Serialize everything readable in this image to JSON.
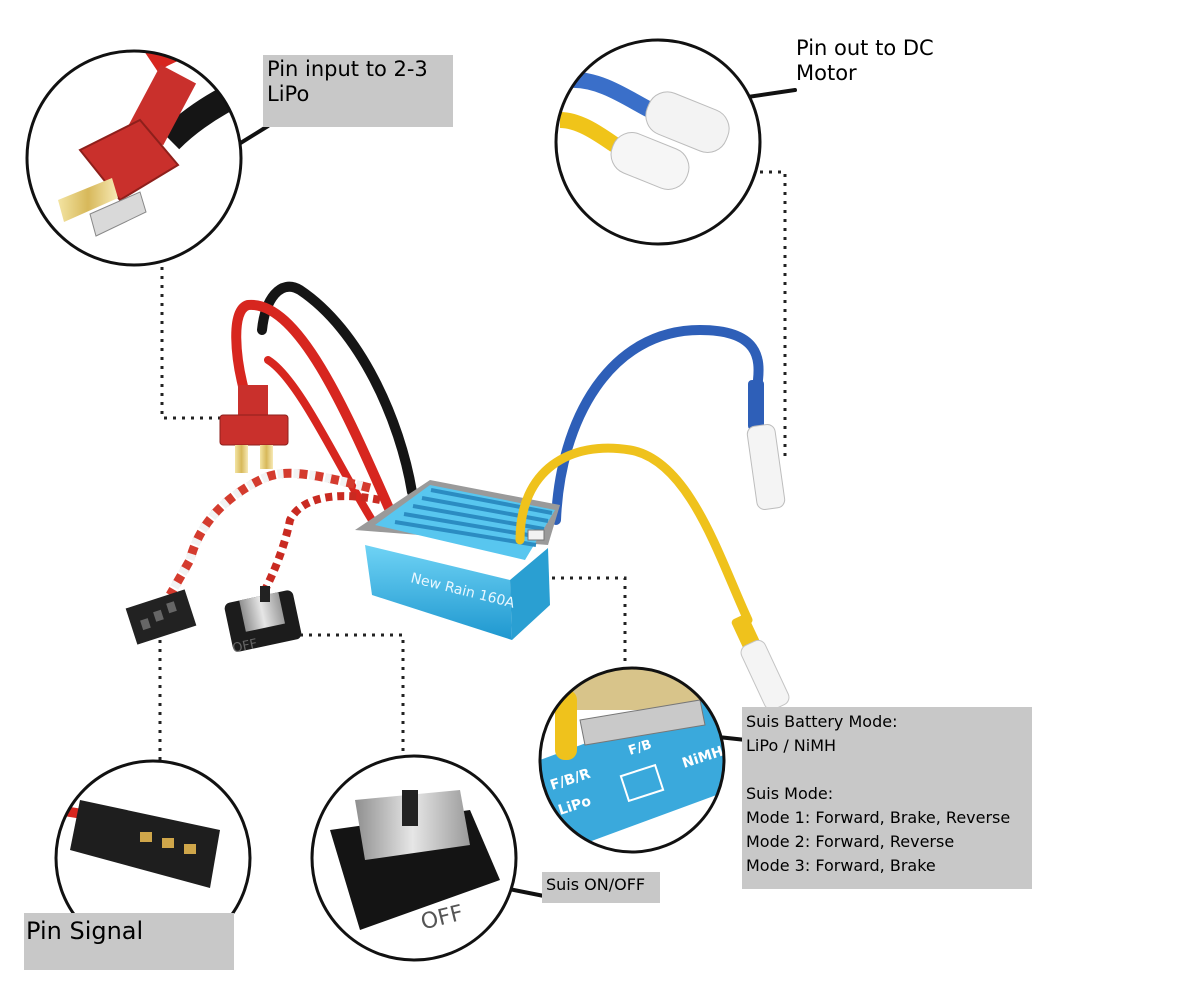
{
  "labels": {
    "battery_input": {
      "lines": [
        "Pin input to 2-3",
        "LiPo"
      ]
    },
    "motor_output": {
      "lines": [
        "Pin out to DC",
        "Motor"
      ]
    },
    "mode_switch": {
      "lines": [
        "Suis Battery Mode:",
        "LiPo / NiMH",
        "",
        "Suis Mode:",
        "Mode 1: Forward, Brake, Reverse",
        "Mode 2: Forward, Reverse",
        "Mode 3: Forward, Brake"
      ]
    },
    "power_switch": {
      "lines": [
        "Suis ON/OFF"
      ]
    },
    "signal_pin": {
      "lines": [
        "Pin Signal"
      ]
    }
  },
  "device": {
    "model_text": "New Rain 160A",
    "switch_text": "OFF",
    "mode_panel_text": [
      "F/B/R",
      "F/B",
      "NiMH",
      "LiPo"
    ]
  },
  "colors": {
    "esc_body": "#3fb6e6",
    "wire_red": "#d9231d",
    "wire_black": "#1a1a1a",
    "wire_blue": "#3a6fc9",
    "wire_yellow": "#f0c419",
    "connector_red": "#c9302c",
    "label_bg": "#c8c8c8"
  }
}
